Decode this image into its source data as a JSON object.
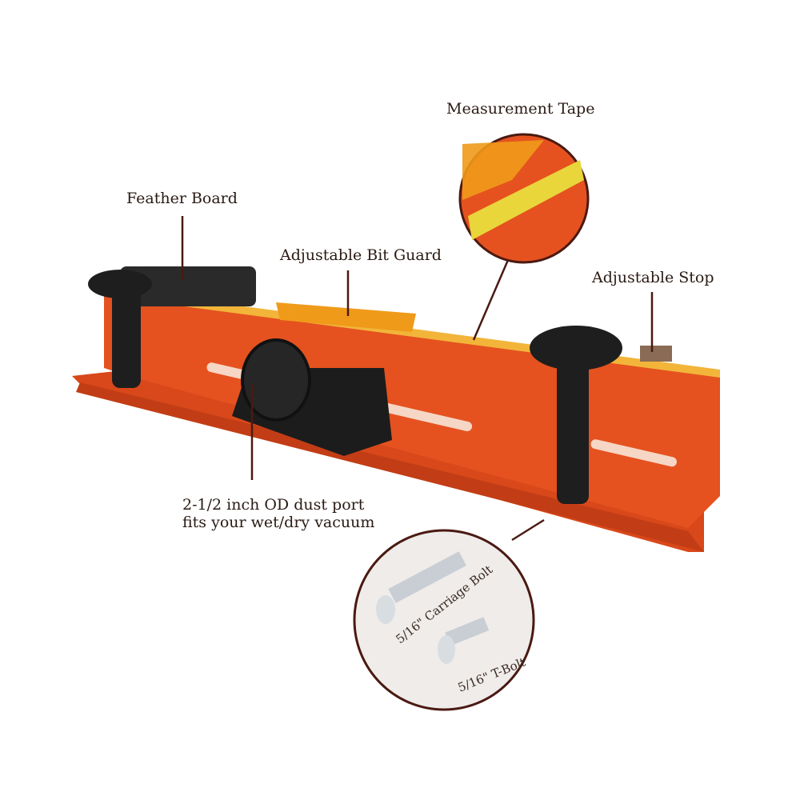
{
  "callouts": {
    "measurement_tape": "Measurement Tape",
    "feather_board": "Feather Board",
    "bit_guard": "Adjustable Bit Guard",
    "adjustable_stop": "Adjustable Stop",
    "dust_port_line1": "2-1/2 inch OD dust port",
    "dust_port_line2": "fits your wet/dry vacuum"
  },
  "inset": {
    "carriage_bolt": "5/16\" Carriage Bolt",
    "t_bolt": "5/16\" T-Bolt"
  },
  "colors": {
    "fence": "#e5521f",
    "line": "#4a1a12",
    "knob": "#1e1e1e"
  }
}
